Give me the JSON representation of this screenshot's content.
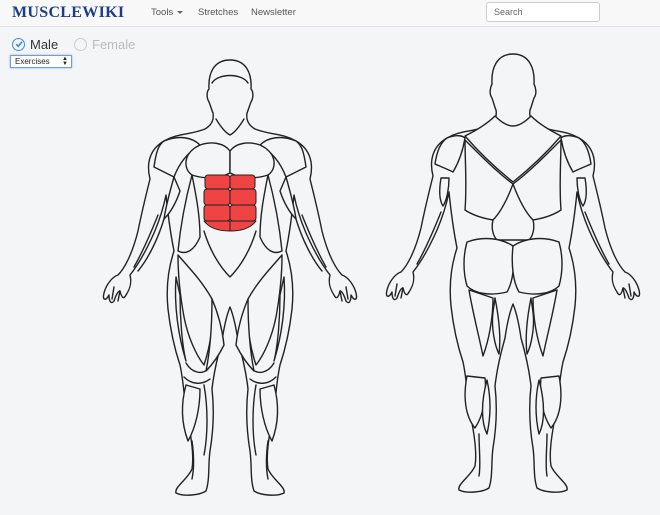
{
  "brand": {
    "part1": "MUSCLE",
    "part2": "WIKI"
  },
  "nav": {
    "tools": "Tools",
    "stretches": "Stretches",
    "newsletter": "Newsletter"
  },
  "search": {
    "placeholder": "Search"
  },
  "gender": {
    "male": "Male",
    "female": "Female",
    "selected": "Male"
  },
  "view_select": {
    "value": "Exercises"
  },
  "highlighted_muscle": {
    "name": "abdominals-icon",
    "color": "#ee4444"
  }
}
